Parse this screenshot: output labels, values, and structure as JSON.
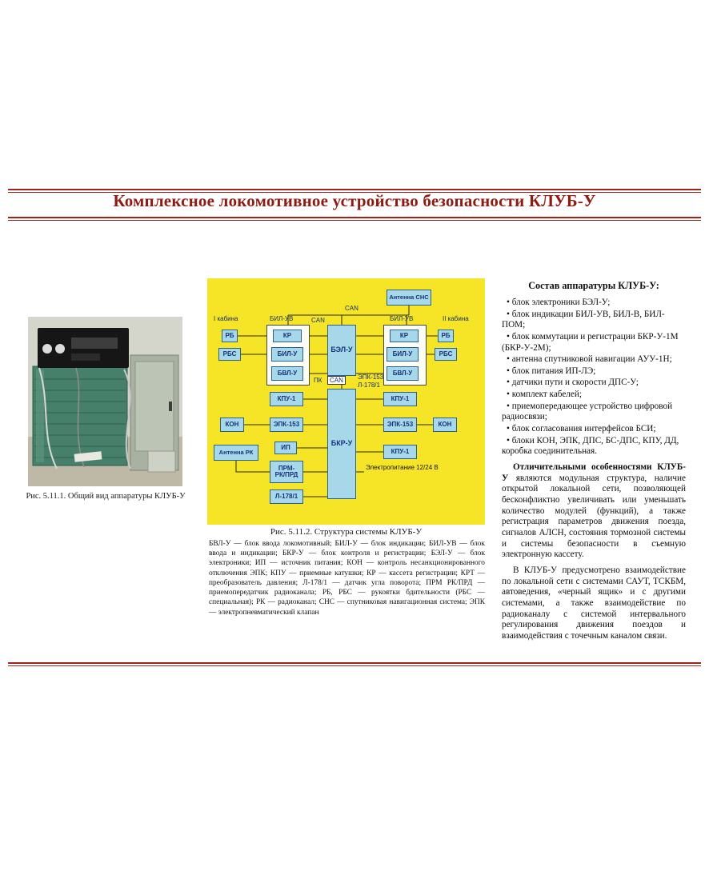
{
  "page": {
    "title": "Комплексное локомотивное устройство безопасности КЛУБ-У"
  },
  "photo": {
    "caption": "Рис. 5.11.1. Общий вид аппаратуры КЛУБ-У"
  },
  "diagram": {
    "caption": "Рис. 5.11.2. Структура системы КЛУБ-У",
    "boxes": {
      "antenna_sns": "Антенна СНС",
      "rb_left": "РБ",
      "rbs_left": "РБС",
      "kr_left": "КР",
      "bil_u_left": "БИЛ-У",
      "bvl_u_left": "БВЛ-У",
      "bel_u": "БЭЛ-У",
      "kr_right": "КР",
      "bil_u_right": "БИЛ-У",
      "bvl_u_right": "БВЛ-У",
      "rb_right": "РБ",
      "rbs_right": "РБС",
      "kpu1_left": "КПУ-1",
      "kon_left": "КОН",
      "epk153_left": "ЭПК-153",
      "bkr_u": "БКР-У",
      "kpu1_right": "КПУ-1",
      "epk153_right": "ЭПК-153",
      "kon_right": "КОН",
      "kpu1_right2": "КПУ-1",
      "antenna_rk": "Антенна РК",
      "ip": "ИП",
      "prm_line1": "ПРМ-",
      "prm_line2": "РК/ПРД",
      "l178": "Л-178/1"
    },
    "labels": {
      "cabin1": "I кабина",
      "cabin2": "II кабина",
      "bil_uv_left": "БИЛ-УВ",
      "bil_uv_right": "БИЛ-УВ",
      "can_top": "CAN",
      "can_left": "CAN",
      "can_mid": "CAN",
      "pk": "ПК",
      "epk_mid": "ЭПК-153,",
      "l178_mid": "Л-178/1",
      "power": "Электропитание 12/24 В"
    },
    "legend": "БВЛ-У — блок ввода локомотивный; БИЛ-У — блок индикации; БИЛ-УВ — блок ввода и индикации; БКР-У — блок контроля и регистрации; БЭЛ-У — блок электроники; ИП — источник питания; КОН — контроль несанкционированного отключения ЭПК; КПУ — приемные катушки; КР — кассета регистрации; КРТ — преобразователь давления; Л-178/1 — датчик угла поворота; ПРМ РК/ПРД — приемопередатчик радиоканала; РБ, РБС — рукоятки бдительности (РБС — специальная); РК — радиоканал; СНС — спутниковая навигационная система; ЭПК — электропневматический клапан"
  },
  "sidebar": {
    "heading": "Состав аппаратуры КЛУБ-У:",
    "items": [
      "• блок электроники БЭЛ-У;",
      "• блок индикации БИЛ-УВ, БИЛ-В, БИЛ-ПОМ;",
      "• блок коммутации и регистрации БКР-У-1М (БКР-У-2М);",
      "• антенна спутниковой навигации АУУ-1Н;",
      "• блок питания ИП-ЛЭ;",
      "• датчики пути и скорости ДПС-У;",
      "• комплект кабелей;",
      "• приемопередающее устройство цифровой радиосвязи;",
      "• блок согласования интерфейсов БСИ;",
      "• блоки КОН, ЭПК, ДПС, БС-ДПС, КПУ, ДД, коробка соединительная."
    ],
    "para1_lead": "Отличительными особенностями КЛУБ-У",
    "para1_rest": " являются модульная структура, наличие открытой локальной сети, позволяющей бесконфликтно увеличивать или уменьшать количество модулей (функций), а также регистрация параметров движения поезда, сигналов АЛСН, состояния тормозной системы и системы безопасности в съемную электронную кассету.",
    "para2": "В КЛУБ-У предусмотрено взаимодействие по локальной сети с системами САУТ, ТСКБМ, автоведения, «черный ящик» и с другими системами, а также взаимодействие по радиоканалу с системой интервального регулирования движения поездов и взаимодействия с точечным каналом связи."
  }
}
